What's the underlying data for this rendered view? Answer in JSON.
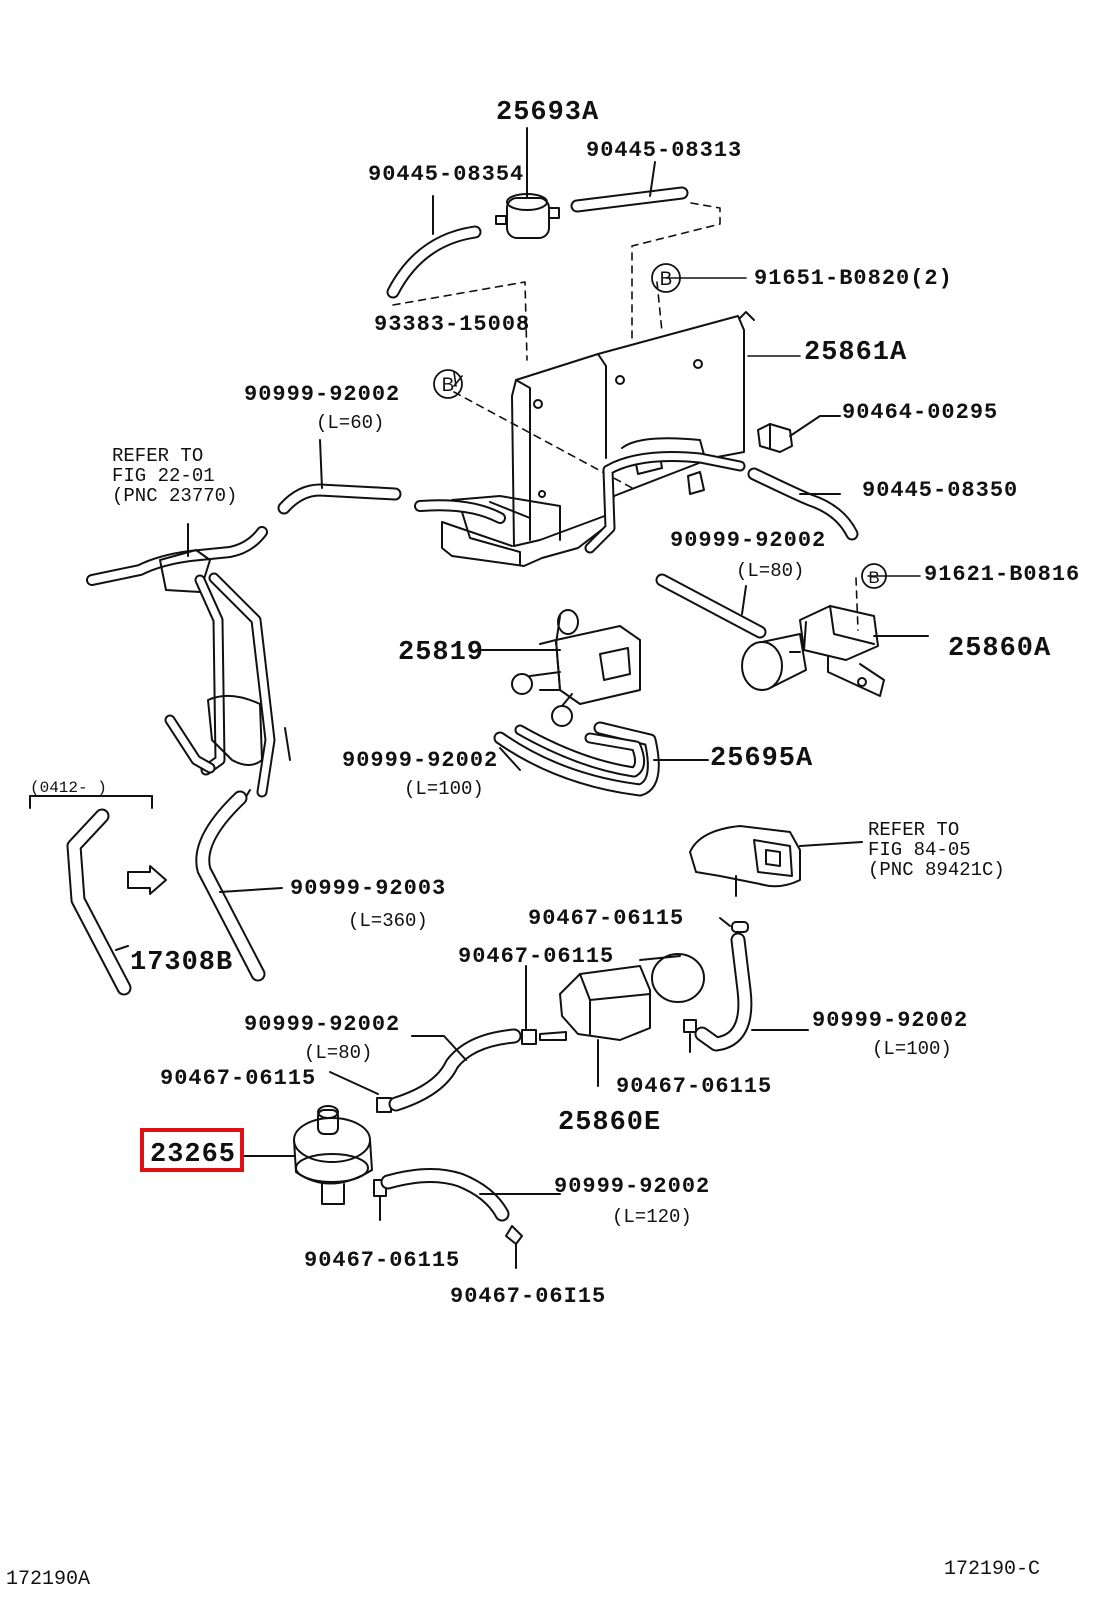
{
  "highlight": {
    "part": "23265",
    "color": "#e01010"
  },
  "labels": {
    "p25693A": "25693A",
    "p90445_08313": "90445-08313",
    "p90445_08354": "90445-08354",
    "p91651_B0820": "91651-B0820(2)",
    "p93383_15008": "93383-15008",
    "p25861A": "25861A",
    "p90999_92002_a": "90999-92002",
    "l60": "(L=60)",
    "p90464_00295": "90464-00295",
    "ref1": "REFER TO\nFIG 22-01\n(PNC 23770)",
    "p90445_08350": "90445-08350",
    "p90999_92002_b": "90999-92002",
    "l80a": "(L=80)",
    "p91621_B0816": "91621-B0816",
    "p25819": "25819",
    "p25860A": "25860A",
    "p90999_92002_c": "90999-92002",
    "l100a": "(L=100)",
    "p25695A": "25695A",
    "range": "(0412-        )",
    "ref2": "REFER TO\nFIG 84-05\n(PNC 89421C)",
    "p90999_92003": "90999-92003",
    "l360": "(L=360)",
    "p90467_06115_a": "90467-06115",
    "p17308B": "17308B",
    "p90467_06115_b": "90467-06115",
    "p90999_92002_d": "90999-92002",
    "l80b": "(L=80)",
    "p90999_92002_e": "90999-92002",
    "l100b": "(L=100)",
    "p90467_06115_c": "90467-06115",
    "p90467_06115_d": "90467-06115",
    "p25860E": "25860E",
    "p23265": "23265",
    "p90999_92002_f": "90999-92002",
    "l120": "(L=120)",
    "p90467_06115_e": "90467-06115",
    "p90467_06115_f": "90467-06I15",
    "foot_left": "172190A",
    "foot_right": "172190-C"
  },
  "circle_marks": {
    "b1": "B",
    "b2": "B",
    "b3": "B"
  }
}
